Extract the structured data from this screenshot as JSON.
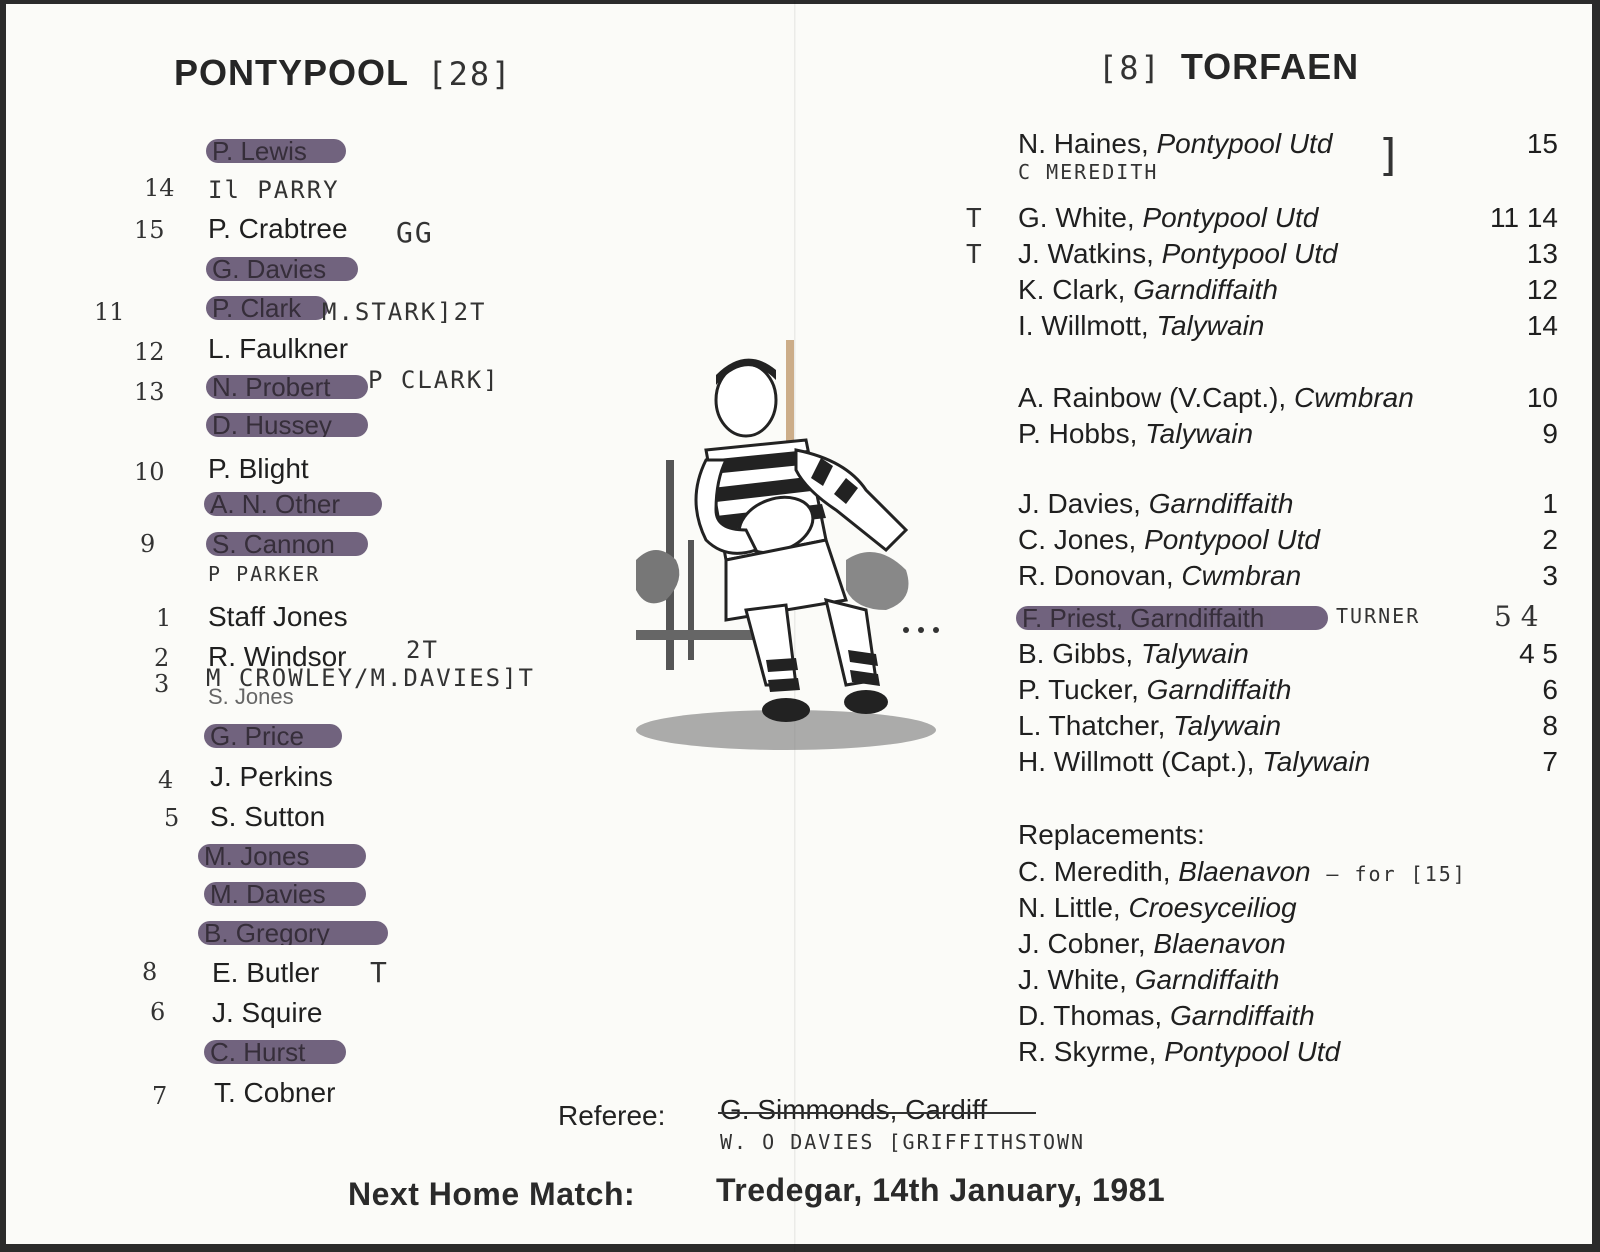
{
  "home": {
    "title": "PONTYPOOL",
    "score": "[28]",
    "entries": [
      {
        "num": "",
        "name": "P. Lewis",
        "struck": true,
        "note": ""
      },
      {
        "num": "14",
        "name": "",
        "struck": false,
        "note": "Il PARRY"
      },
      {
        "num": "15",
        "name": "P. Crabtree",
        "struck": false,
        "note": "GG"
      },
      {
        "num": "",
        "name": "G. Davies",
        "struck": true,
        "note": ""
      },
      {
        "num": "11",
        "name": "P. Clark",
        "struck": true,
        "note": "M.STARK]2T"
      },
      {
        "num": "12",
        "name": "L. Faulkner",
        "struck": false,
        "note": ""
      },
      {
        "num": "13",
        "name": "N. Probert",
        "struck": true,
        "note": "P CLARK]"
      },
      {
        "num": "",
        "name": "D. Hussey",
        "struck": true,
        "note": ""
      },
      {
        "num": "10",
        "name": "P. Blight",
        "struck": false,
        "note": ""
      },
      {
        "num": "",
        "name": "A. N. Other",
        "struck": true,
        "note": ""
      },
      {
        "num": "9",
        "name": "S. Cannon",
        "struck": true,
        "note": ""
      },
      {
        "num": "",
        "name": "",
        "struck": false,
        "note": "P PARKER"
      },
      {
        "num": "1",
        "name": "Staff Jones",
        "struck": false,
        "note": ""
      },
      {
        "num": "2",
        "name": "R. Windsor",
        "struck": false,
        "note": "2T"
      },
      {
        "num": "3",
        "name": "S. Jones",
        "struck": false,
        "note": "M CROWLEY/M.DAVIES]T"
      },
      {
        "num": "",
        "name": "G. Price",
        "struck": true,
        "note": ""
      },
      {
        "num": "4",
        "name": "J. Perkins",
        "struck": false,
        "note": ""
      },
      {
        "num": "5",
        "name": "S. Sutton",
        "struck": false,
        "note": ""
      },
      {
        "num": "",
        "name": "M. Jones",
        "struck": true,
        "note": ""
      },
      {
        "num": "",
        "name": "M. Davies",
        "struck": true,
        "note": ""
      },
      {
        "num": "",
        "name": "B. Gregory",
        "struck": true,
        "note": ""
      },
      {
        "num": "8",
        "name": "E. Butler",
        "struck": false,
        "note": "T"
      },
      {
        "num": "6",
        "name": "J. Squire",
        "struck": false,
        "note": ""
      },
      {
        "num": "",
        "name": "C. Hurst",
        "struck": true,
        "note": ""
      },
      {
        "num": "7",
        "name": "T. Cobner",
        "struck": false,
        "note": ""
      }
    ]
  },
  "away": {
    "title": "TORFAEN",
    "score": "[8]",
    "players": [
      {
        "mark": "",
        "name": "N. Haines,",
        "club": "Pontypool Utd",
        "pos": "15"
      },
      {
        "mark": "T",
        "name": "G. White,",
        "club": "Pontypool Utd",
        "pos": "11 14"
      },
      {
        "mark": "T",
        "name": "J. Watkins,",
        "club": "Pontypool Utd",
        "pos": "13"
      },
      {
        "mark": "",
        "name": "K. Clark,",
        "club": "Garndiffaith",
        "pos": "12"
      },
      {
        "mark": "",
        "name": "I. Willmott,",
        "club": "Talywain",
        "pos": "14"
      },
      {
        "mark": "",
        "name": "A. Rainbow (V.Capt.),",
        "club": "Cwmbran",
        "pos": "10"
      },
      {
        "mark": "",
        "name": "P. Hobbs,",
        "club": "Talywain",
        "pos": "9"
      },
      {
        "mark": "",
        "name": "J. Davies,",
        "club": "Garndiffaith",
        "pos": "1"
      },
      {
        "mark": "",
        "name": "C. Jones,",
        "club": "Pontypool Utd",
        "pos": "2"
      },
      {
        "mark": "",
        "name": "R. Donovan,",
        "club": "Cwmbran",
        "pos": "3"
      },
      {
        "mark": "",
        "name": "B. Gibbs,",
        "club": "Talywain",
        "pos": "4 5"
      },
      {
        "mark": "",
        "name": "P. Tucker,",
        "club": "Garndiffaith",
        "pos": "6"
      },
      {
        "mark": "",
        "name": "L. Thatcher,",
        "club": "Talywain",
        "pos": "8"
      },
      {
        "mark": "",
        "name": "H. Willmott (Capt.),",
        "club": "Talywain",
        "pos": "7"
      }
    ],
    "haines_note": "C MEREDITH",
    "struck_player": "F. Priest, Garndiffaith",
    "struck_note": "TURNER",
    "struck_pos": "5 4",
    "replacements_label": "Replacements:",
    "replacements": [
      {
        "name": "C. Meredith,",
        "club": "Blaenavon",
        "note": "– for [15]"
      },
      {
        "name": "N. Little,",
        "club": "Croesyceiliog",
        "note": ""
      },
      {
        "name": "J. Cobner,",
        "club": "Blaenavon",
        "note": ""
      },
      {
        "name": "J. White,",
        "club": "Garndiffaith",
        "note": ""
      },
      {
        "name": "D. Thomas,",
        "club": "Garndiffaith",
        "note": ""
      },
      {
        "name": "R. Skyrme,",
        "club": "Pontypool Utd",
        "note": ""
      }
    ]
  },
  "referee": {
    "label": "Referee:",
    "printed": "G. Simmonds, Cardiff",
    "handwritten": "W. O DAVIES [GRIFFITHSTOWN"
  },
  "next_match": {
    "label": "Next Home Match:",
    "value": "Tredegar, 14th January, 1981"
  },
  "colors": {
    "strike": "#6a5b78",
    "ink": "#1f1f1f"
  }
}
